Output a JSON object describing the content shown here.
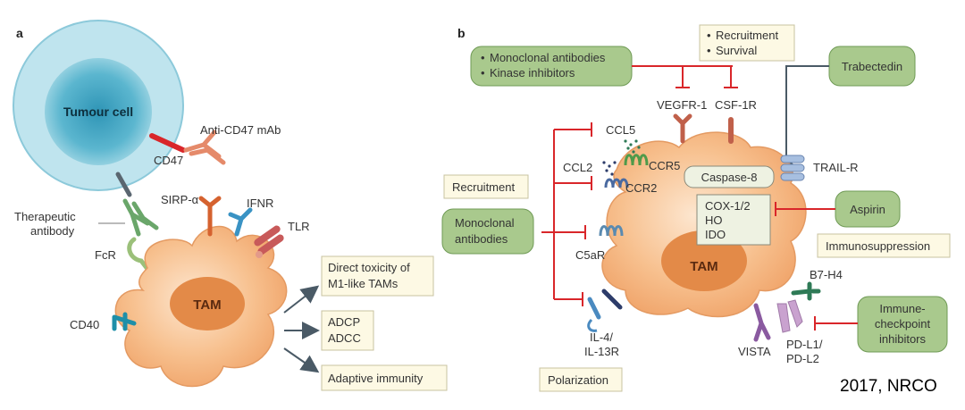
{
  "panel_a": {
    "label": "a",
    "tumour_cell": "Tumour cell",
    "anti_cd47": "Anti-CD47 mAb",
    "cd47": "CD47",
    "sirp": "SIRP-α",
    "ifnr": "IFNR",
    "tlr": "TLR",
    "therapeutic_1": "Therapeutic",
    "therapeutic_2": "antibody",
    "fcr": "FcR",
    "cd40": "CD40",
    "tam": "TAM",
    "outcomes": [
      {
        "line1": "Direct toxicity of",
        "line2": "M1-like TAMs"
      },
      {
        "line1": "ADCP",
        "line2": "ADCC"
      },
      {
        "line1": "Adaptive immunity",
        "line2": ""
      }
    ]
  },
  "panel_b": {
    "label": "b",
    "drugs_1": "Monoclonal antibodies",
    "drugs_2": "Kinase inhibitors",
    "recruit_survival_1": "Recruitment",
    "recruit_survival_2": "Survival",
    "trabectedin": "Trabectedin",
    "vegfr": "VEGFR-1",
    "csf1r": "CSF-1R",
    "ccl5": "CCL5",
    "ccl2": "CCL2",
    "ccr5": "CCR5",
    "ccr2": "CCR2",
    "caspase": "Caspase-8",
    "trail": "TRAIL-R",
    "recruitment": "Recruitment",
    "mono_1": "Monoclonal",
    "mono_2": "antibodies",
    "c5ar": "C5aR",
    "cox": "COX-1/2",
    "ho": "HO",
    "ido": "IDO",
    "aspirin": "Aspirin",
    "immunosuppression": "Immunosuppression",
    "tam": "TAM",
    "b7h4": "B7-H4",
    "il4_1": "IL-4/",
    "il4_2": "IL-13R",
    "vista": "VISTA",
    "pdl_1": "PD-L1/",
    "pdl_2": "PD-L2",
    "checkpoint_1": "Immune-",
    "checkpoint_2": "checkpoint",
    "checkpoint_3": "inhibitors",
    "polarization": "Polarization"
  },
  "credit": "2017, NRCO",
  "colors": {
    "tam_fill": "#f4b27c",
    "tumour_fill": "#bfe4ee",
    "green_box": "#a9c98d",
    "cream_box": "#fdf9e4",
    "inhibit_red": "#d9262a",
    "arrow_grey": "#4a5a66"
  }
}
